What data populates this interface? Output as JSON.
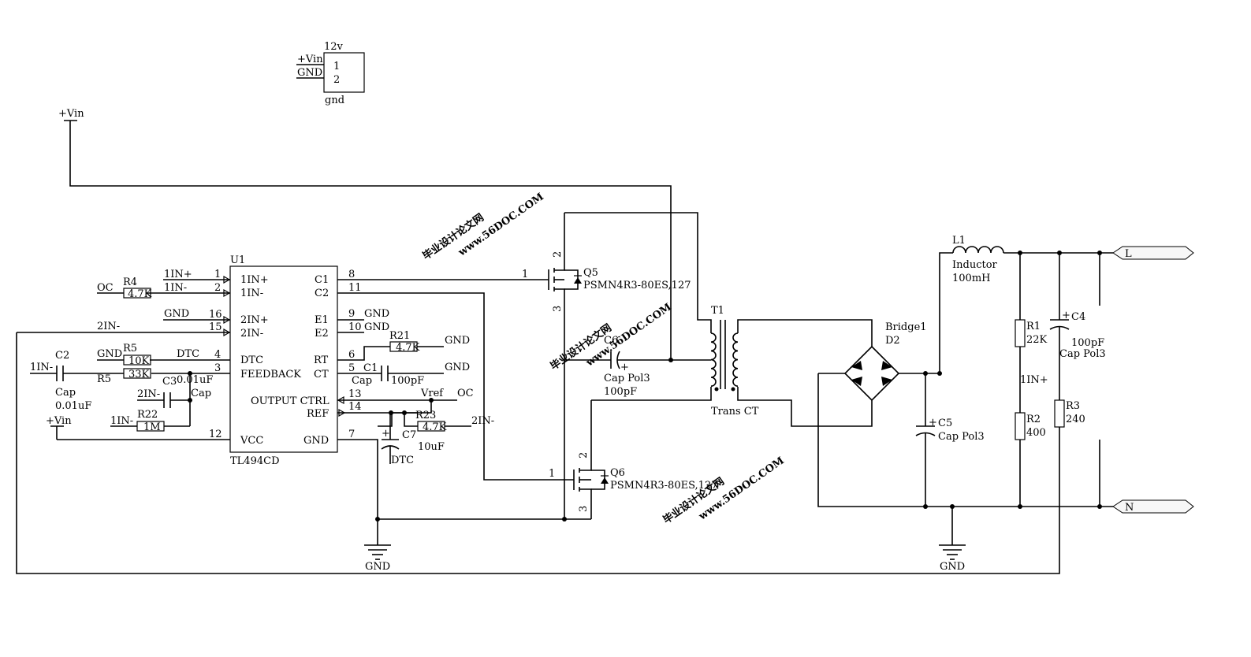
{
  "power_connector": {
    "ref": "12v",
    "pins": [
      "1",
      "2"
    ],
    "nets": [
      "+Vin",
      "GND"
    ],
    "footer": "gnd"
  },
  "top_port": "+Vin",
  "u1": {
    "ref": "U1",
    "part": "TL494CD",
    "left_pins": [
      {
        "num": "1",
        "name": "1IN+",
        "net": "1IN+"
      },
      {
        "num": "2",
        "name": "1IN-",
        "net": "1IN-"
      },
      {
        "num": "16",
        "name": "2IN+",
        "net": "GND"
      },
      {
        "num": "15",
        "name": "2IN-",
        "net": "2IN-"
      },
      {
        "num": "4",
        "name": "DTC",
        "net": "DTC"
      },
      {
        "num": "3",
        "name": "FEEDBACK",
        "net": ""
      },
      {
        "num": "12",
        "name": "VCC",
        "net": ""
      }
    ],
    "right_pins": [
      {
        "num": "8",
        "name": "C1",
        "net": ""
      },
      {
        "num": "11",
        "name": "C2",
        "net": ""
      },
      {
        "num": "9",
        "name": "E1",
        "net": "GND"
      },
      {
        "num": "10",
        "name": "E2",
        "net": "GND"
      },
      {
        "num": "6",
        "name": "RT",
        "net": ""
      },
      {
        "num": "5",
        "name": "CT",
        "net": ""
      },
      {
        "num": "13",
        "name": "OUTPUT CTRL",
        "net": ""
      },
      {
        "num": "14",
        "name": "REF",
        "net": ""
      },
      {
        "num": "7",
        "name": "GND",
        "net": ""
      }
    ]
  },
  "left_side": {
    "oc": "OC",
    "r4": "R4",
    "r4_val": "4.7K",
    "r5a": "R5",
    "r5a_val": "10K",
    "r5b": "R5",
    "r5b_val": "33K",
    "gnd": "GND",
    "c2": "C2",
    "c2_type": "Cap",
    "c2_val": "0.01uF",
    "c2_net": "1IN-",
    "c3": "C3",
    "c3_val": "0.01uF",
    "c3_type": "Cap",
    "c3_net": "2IN-",
    "r22": "R22",
    "r22_val": "1M",
    "r22_net": "1IN-",
    "vin": "+Vin"
  },
  "right_side": {
    "gnd": "GND",
    "r21": "R21",
    "r21_val": "4.7K",
    "c1": "C1",
    "c1_type": "Cap",
    "c1_val": "100pF",
    "vref": "Vref",
    "oc": "OC",
    "r23": "R23",
    "r23_val": "4.7K",
    "r23_net": "2IN-",
    "c7": "C7",
    "c7_val": "10uF",
    "c7_net": "DTC"
  },
  "mosfets": {
    "q5_ref": "Q5",
    "q5_part": "PSMN4R3-80ES,127",
    "q6_ref": "Q6",
    "q6_part": "PSMN4R3-80ES,127",
    "pin_gate": "1",
    "pin_drain": "2",
    "pin_source": "3"
  },
  "c6": {
    "ref": "C6",
    "type": "Cap Pol3",
    "value": "100pF"
  },
  "transformer": {
    "ref": "T1",
    "type": "Trans CT"
  },
  "bridge": {
    "ref": "Bridge1",
    "des": "D2"
  },
  "output": {
    "l1": "L1",
    "l1_type": "Inductor",
    "l1_val": "100mH",
    "c4": "C4",
    "c4_val": "100pF",
    "c4_type": "Cap Pol3",
    "c5": "C5",
    "c5_type": "Cap Pol3",
    "r1": "R1",
    "r1_val": "22K",
    "r2": "R2",
    "r2_val": "400",
    "r3": "R3",
    "r3_val": "240",
    "fb_net": "1IN+",
    "port_l": "L",
    "port_n": "N"
  },
  "ground_label": "GND",
  "watermarks": [
    {
      "cn": "毕业设计论文网",
      "url": "www.56DOC.COM"
    },
    {
      "cn": "毕业设计论文网",
      "url": "www.56DOC.COM"
    },
    {
      "cn": "毕业设计论文网",
      "url": "www.56DOC.COM"
    }
  ]
}
